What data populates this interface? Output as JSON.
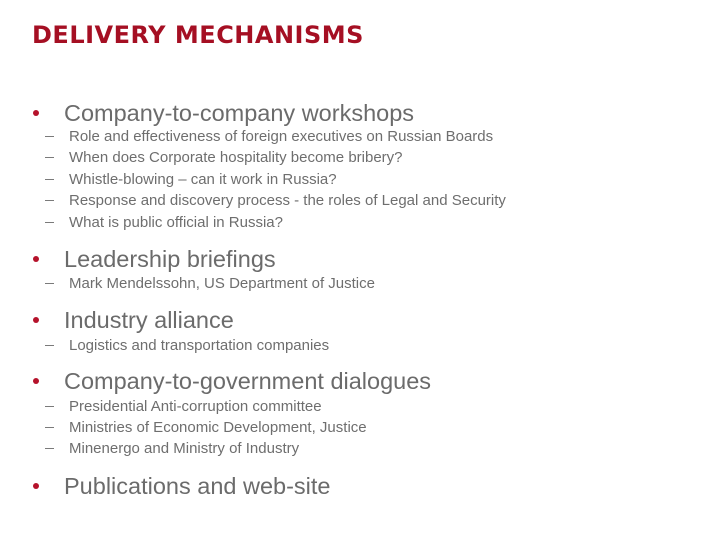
{
  "slide": {
    "title": "DELIVERY MECHANISMS",
    "colors": {
      "title": "#a50f23",
      "bullet": "#b5122b",
      "text": "#6b6b6b"
    },
    "sections": [
      {
        "label": "Company-to-company workshops",
        "items": [
          "Role and effectiveness of foreign executives on Russian Boards",
          "When does Corporate hospitality become bribery?",
          "Whistle-blowing – can it work in Russia?",
          "Response and discovery process - the roles of Legal and Security",
          "What is public official in Russia?"
        ]
      },
      {
        "label": "Leadership briefings",
        "items": [
          "Mark Mendelssohn, US Department of Justice"
        ]
      },
      {
        "label": "Industry alliance",
        "items": [
          "Logistics and transportation companies"
        ]
      },
      {
        "label": "Company-to-government dialogues",
        "items": [
          "Presidential Anti-corruption committee",
          "Ministries of Economic Development, Justice",
          "Minenergo and Ministry of Industry"
        ]
      },
      {
        "label": "Publications and web-site",
        "items": []
      }
    ]
  }
}
